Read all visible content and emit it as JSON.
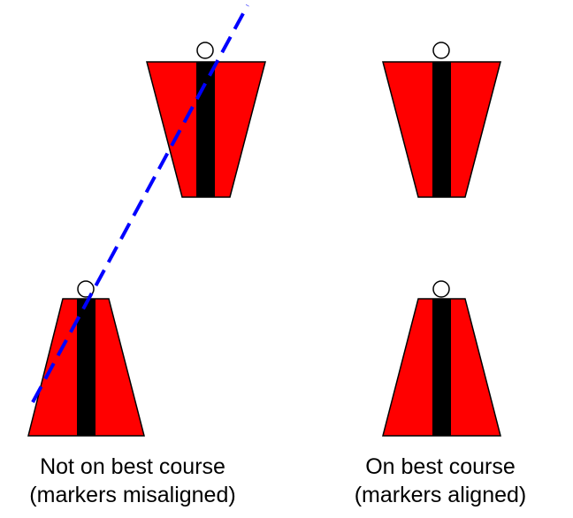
{
  "colors": {
    "marker_fill": "#ff0000",
    "marker_stripe": "#000000",
    "marker_outline": "#000000",
    "sight_line": "#0000ff",
    "top_circle_fill": "#ffffff"
  },
  "panels": [
    {
      "id": "left",
      "caption_line1": "Not on best course",
      "caption_line2": "(markers misaligned)",
      "aligned": false
    },
    {
      "id": "right",
      "caption_line1": "On best course",
      "caption_line2": "(markers aligned)",
      "aligned": true
    }
  ],
  "sight_line": {
    "style": "dashed",
    "panel": "left"
  }
}
